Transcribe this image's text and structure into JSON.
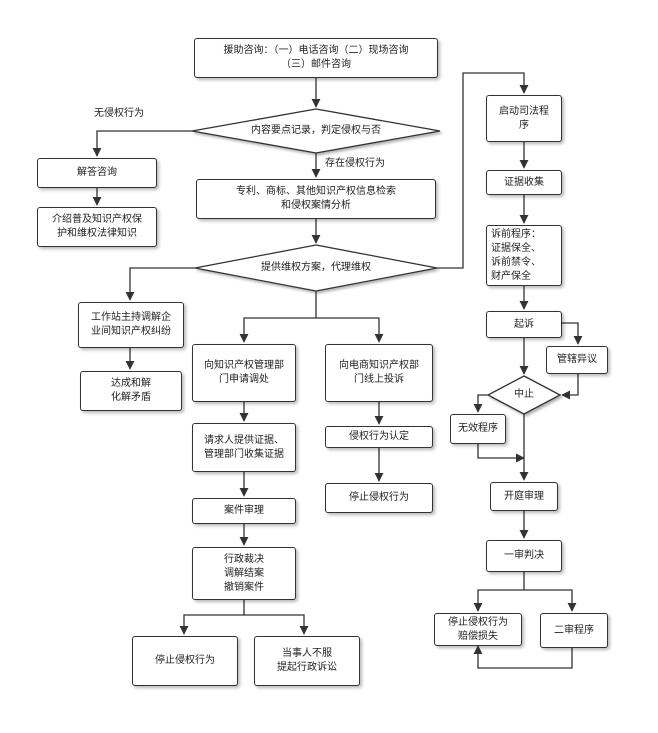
{
  "nodes": {
    "consult": "援助咨询：（一）电话咨询（二）现场咨询\n（三）邮件咨询",
    "record": "内容要点记录，判定侵权与否",
    "answer": "解答咨询",
    "intro": "介绍普及知识产权保\n护和维权法律知识",
    "search": "专利、商标、其他知识产权信息检索\n和侵权案情分析",
    "plan": "提供维权方案，代理维权",
    "mediate": "工作站主持调解企\n业间知识产权纠纷",
    "resolve": "达成和解\n化解矛盾",
    "apply_admin": "向知识产权管理部\n门申请调处",
    "evidence_admin": "请求人提供证据、\n管理部门收集证据",
    "case_review": "案件审理",
    "ruling": "行政裁决\n调解结案\n撤销案件",
    "stop_left": "停止侵权行为",
    "appeal": "当事人不服\n提起行政诉讼",
    "ecommerce": "向电商知识产权部\n门线上投诉",
    "confirm": "侵权行为认定",
    "stop_mid": "停止侵权行为",
    "judicial": "启动司法程\n序",
    "evidence_collect": "证据收集",
    "pretrial": "诉前程序：\n证据保全、\n诉前禁令、\n财产保全",
    "sue": "起诉",
    "jurisdiction": "管辖异议",
    "suspend": "中止",
    "invalid": "无效程序",
    "trial": "开庭审理",
    "first": "一审判决",
    "stop_comp": "停止侵权行为\n赔偿损失",
    "second": "二审程序"
  },
  "labels": {
    "no_infringe": "无侵权行为",
    "infringe": "存在侵权行为"
  }
}
